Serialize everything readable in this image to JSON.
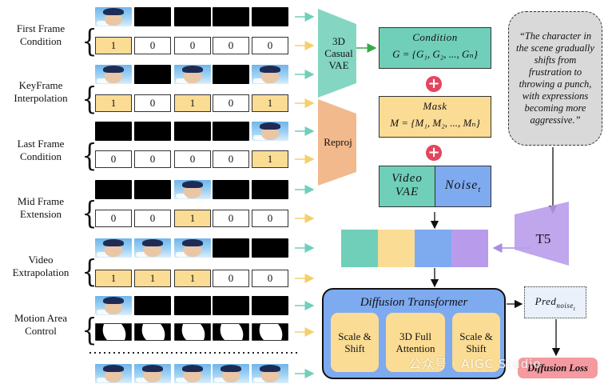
{
  "rows": [
    {
      "label_line1": "First Frame",
      "label_line2": "Condition",
      "frames": [
        "img",
        "black",
        "black",
        "black",
        "black"
      ],
      "mask": [
        "1",
        "0",
        "0",
        "0",
        "0"
      ]
    },
    {
      "label_line1": "KeyFrame",
      "label_line2": "Interpolation",
      "frames": [
        "img",
        "black",
        "img",
        "black",
        "img"
      ],
      "mask": [
        "1",
        "0",
        "1",
        "0",
        "1"
      ]
    },
    {
      "label_line1": "Last Frame",
      "label_line2": "Condition",
      "frames": [
        "black",
        "black",
        "black",
        "black",
        "img"
      ],
      "mask": [
        "0",
        "0",
        "0",
        "0",
        "1"
      ]
    },
    {
      "label_line1": "Mid Frame",
      "label_line2": "Extension",
      "frames": [
        "black",
        "black",
        "img",
        "black",
        "black"
      ],
      "mask": [
        "0",
        "0",
        "1",
        "0",
        "0"
      ]
    },
    {
      "label_line1": "Video",
      "label_line2": "Extrapolation",
      "frames": [
        "img",
        "img",
        "img",
        "black",
        "black"
      ],
      "mask": [
        "1",
        "1",
        "1",
        "0",
        "0"
      ]
    },
    {
      "label_line1": "Motion Area",
      "label_line2": "Control",
      "frames": [
        "img",
        "black",
        "black",
        "black",
        "black"
      ],
      "mask": [
        "shape",
        "shape",
        "shape",
        "shape",
        "shape"
      ]
    }
  ],
  "vae3d": {
    "line1": "3D",
    "line2": "Casual",
    "line3": "VAE"
  },
  "reproj": {
    "label": "Reproj"
  },
  "condition": {
    "title": "Condition",
    "formula": "G = {G₁, G₂, ..., Gₙ}"
  },
  "mask_box": {
    "title": "Mask",
    "formula": "M = {M₁, M₂, ..., Mₙ}"
  },
  "video_vae": {
    "line1": "Video",
    "line2": "VAE"
  },
  "noise": {
    "base": "Noise",
    "sub": "t"
  },
  "prompt": "“The character in the scene gradually shifts from frustration to throwing a punch, with expressions becoming more aggressive.”",
  "t5": {
    "label": "T5"
  },
  "dit": {
    "title": "Diffusion Transformer",
    "blocks": [
      {
        "line1": "Scale &",
        "line2": "Shift"
      },
      {
        "line1": "3D Full",
        "line2": "Attention"
      },
      {
        "line1": "Scale &",
        "line2": "Shift"
      }
    ]
  },
  "pred": {
    "base": "Pred",
    "sub": "noise",
    "subsub": "t"
  },
  "loss": {
    "label": "Diffusion Loss"
  },
  "watermark": "公众号 · AIGC Studio",
  "colors": {
    "teal": "#6fcfb9",
    "yellow": "#fbdc94",
    "blue": "#7eaaf0",
    "purple": "#b89ceb",
    "orange": "#f2b98d",
    "red": "#e4455e",
    "loss_pink": "#f59aa0"
  }
}
